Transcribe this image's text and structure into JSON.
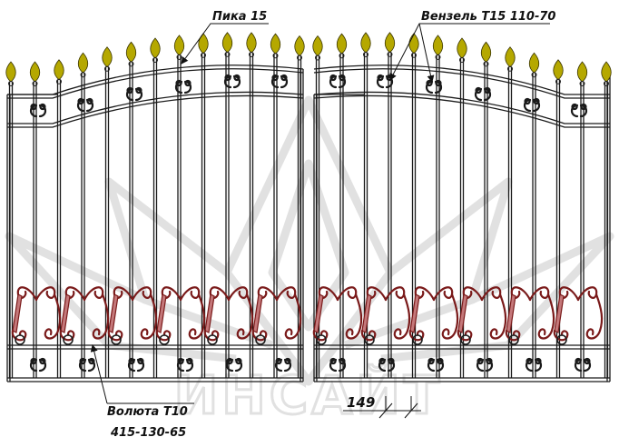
{
  "labels": {
    "pika": "Пика 15",
    "venzel": "Вензель Т15 110-70",
    "voluta_name": "Волюта Т10",
    "voluta_code": "415-130-65",
    "dimension": "149"
  },
  "watermark": "ИНСАЙТ",
  "colors": {
    "frame": "#1a1a1a",
    "leaf": "#b5a800",
    "leaf_stroke": "#3a3500",
    "scroll": "#7a1a1a",
    "scroll_fill": "#c4787a",
    "watermark": "#c9c9c9"
  },
  "icons": {
    "pika": "spear-tip-icon",
    "venzel": "double-c-monogram-icon",
    "voluta": "heart-scroll-icon"
  }
}
